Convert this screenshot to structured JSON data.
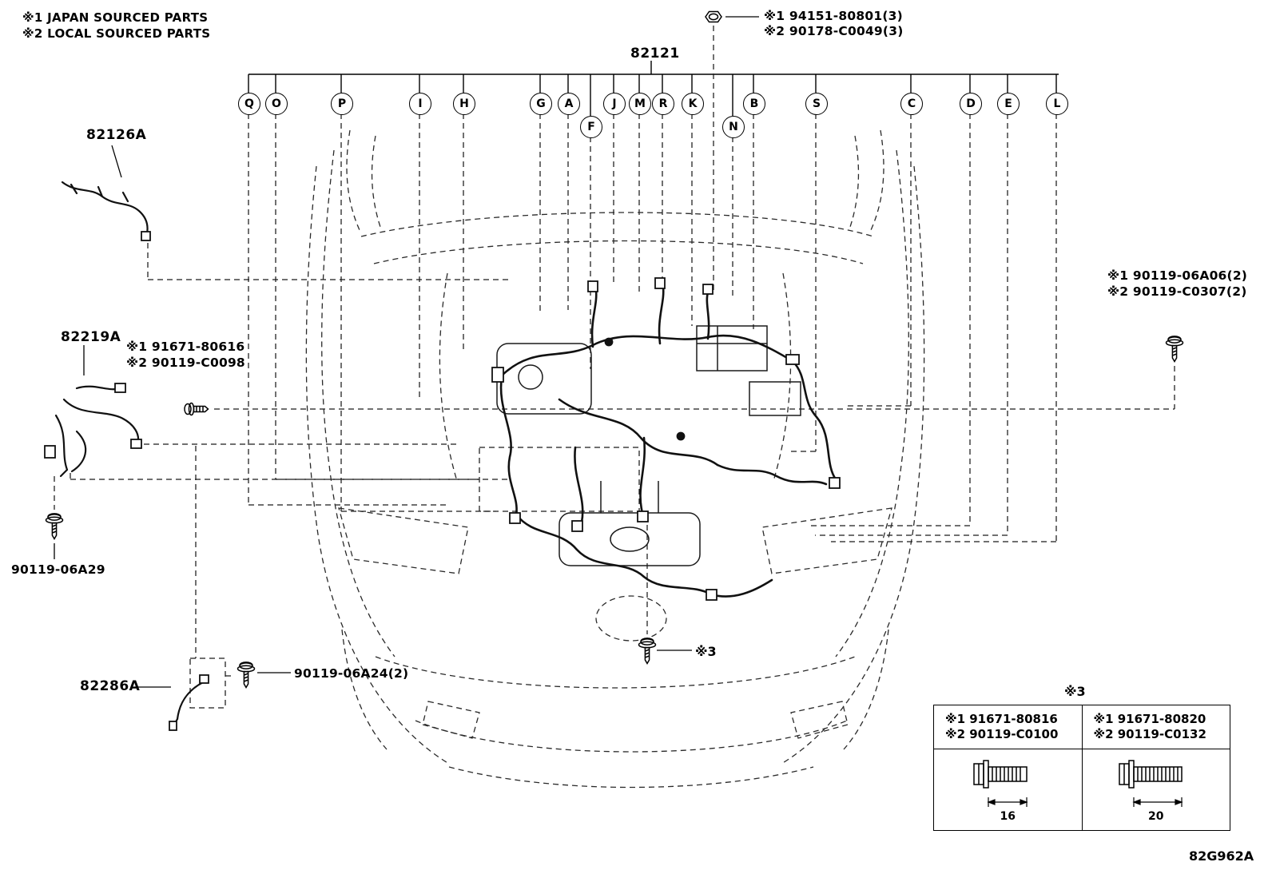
{
  "notes": [
    "※1 JAPAN SOURCED PARTS",
    "※2 LOCAL SOURCED PARTS"
  ],
  "main_part_number": "82121",
  "fastener_top_right": [
    "※1 94151-80801(3)",
    "※2 90178-C0049(3)"
  ],
  "callouts": [
    "Q",
    "O",
    "P",
    "I",
    "H",
    "G",
    "A",
    "F",
    "J",
    "M",
    "R",
    "K",
    "N",
    "B",
    "S",
    "C",
    "D",
    "E",
    "L"
  ],
  "parts_left": {
    "harness_1": "82126A",
    "harness_2": "82219A",
    "bolt_block": [
      "※1 91671-80616",
      "※2 90119-C0098"
    ],
    "bolt_lower": "90119-06A29",
    "harness_3": "82286A",
    "bolt_bottom": "90119-06A24(2)"
  },
  "fastener_right": [
    "※1 90119-06A06(2)",
    "※2 90119-C0307(2)"
  ],
  "ref3_center": "※3",
  "table": {
    "ref": "※3",
    "columns": [
      {
        "lines": [
          "※1 91671-80816",
          "※2 90119-C0100"
        ],
        "dimension": "16"
      },
      {
        "lines": [
          "※1 91671-80820",
          "※2 90119-C0132"
        ],
        "dimension": "20"
      }
    ]
  },
  "diagram_code": "82G962A",
  "icons": {
    "nut-icon": "hex flange nut (top-right fastener)",
    "screw-icon": "machine screw with washer",
    "flange-bolt-icon": "flange bolt side view with thread-length dimension"
  },
  "colors": {
    "line": "#1a1a1a",
    "background": "#ffffff"
  }
}
